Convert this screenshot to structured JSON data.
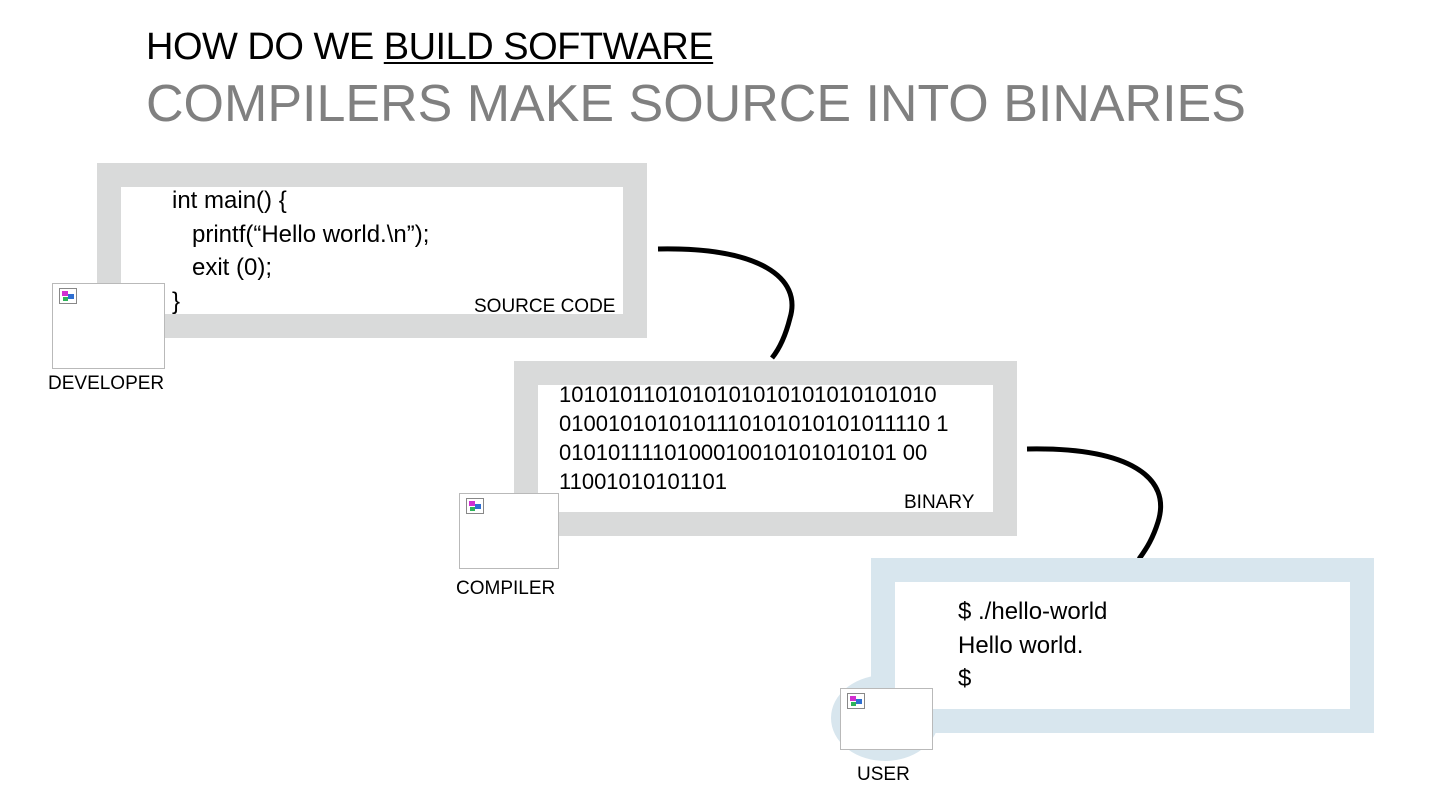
{
  "heading": {
    "prefix": "HOW DO WE ",
    "emphasis": "BUILD SOFTWARE",
    "subtitle": "COMPILERS MAKE SOURCE INTO BINARIES"
  },
  "source": {
    "lines": [
      "int main() {",
      "   printf(“Hello world.\\n”);",
      "   exit (0);",
      "}"
    ],
    "label": "SOURCE CODE"
  },
  "binary": {
    "lines": [
      "1010101101010101010101010101010",
      "0100101010101110101010101011110 1",
      "0101011110100010010101010101 00",
      "11001010101101"
    ],
    "label": "BINARY"
  },
  "terminal": {
    "lines": [
      "$ ./hello-world",
      "Hello world.",
      "$"
    ]
  },
  "actors": {
    "developer": "DEVELOPER",
    "compiler": "COMPILER",
    "user": "USER"
  },
  "colors": {
    "title": "#000000",
    "subtitle": "#808080",
    "gray_frame": "#d9dada",
    "blue_frame": "#d8e6ee",
    "connector": "#000000"
  },
  "icons": {
    "actor_image": "broken-image-icon"
  }
}
